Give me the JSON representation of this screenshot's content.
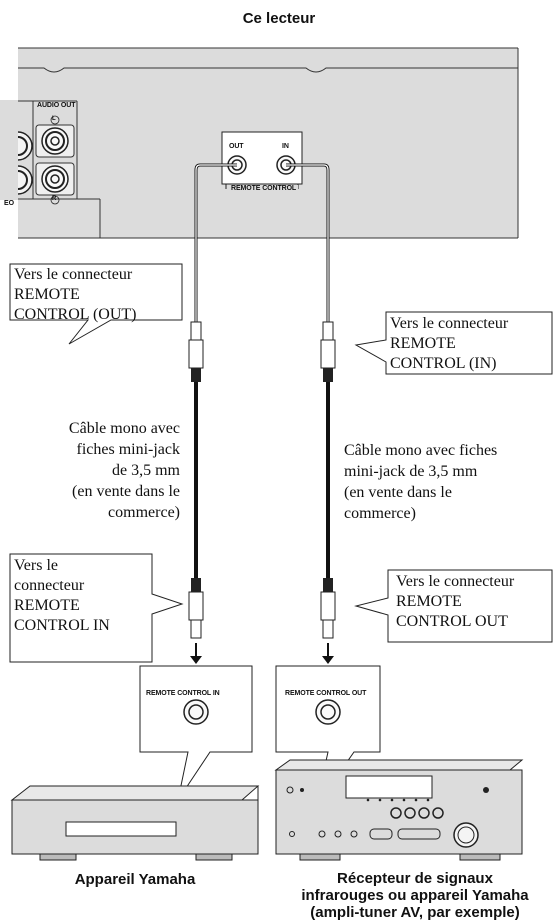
{
  "top": {
    "title": "Ce lecteur",
    "audio_out": "AUDIO OUT",
    "audio_l": "L",
    "audio_r": "R",
    "video_fragment": "EO",
    "remote_out": "OUT",
    "remote_in": "IN",
    "remote_control": "REMOTE CONTROL"
  },
  "callouts": {
    "left_top": [
      "Vers le connecteur",
      "REMOTE",
      "CONTROL (OUT)"
    ],
    "right_top": [
      "Vers le connecteur",
      "REMOTE",
      "CONTROL (IN)"
    ],
    "left_bottom": [
      "Vers le",
      "connecteur",
      "REMOTE",
      "CONTROL IN"
    ],
    "right_bottom": [
      "Vers le connecteur",
      "REMOTE",
      "CONTROL OUT"
    ]
  },
  "cables": {
    "left": [
      "Câble mono avec",
      "fiches mini-jack",
      "de 3,5 mm",
      "(en vente dans le",
      "commerce)"
    ],
    "right": [
      "Câble mono avec fiches",
      "mini-jack de 3,5 mm",
      "(en vente dans le",
      "commerce)"
    ]
  },
  "devices": {
    "left_jack_label": "REMOTE CONTROL IN",
    "right_jack_label": "REMOTE CONTROL OUT",
    "left_caption": "Appareil Yamaha",
    "right_caption": [
      "Récepteur de signaux",
      "infrarouges ou appareil Yamaha",
      "(ampli-tuner AV, par exemple)"
    ]
  }
}
